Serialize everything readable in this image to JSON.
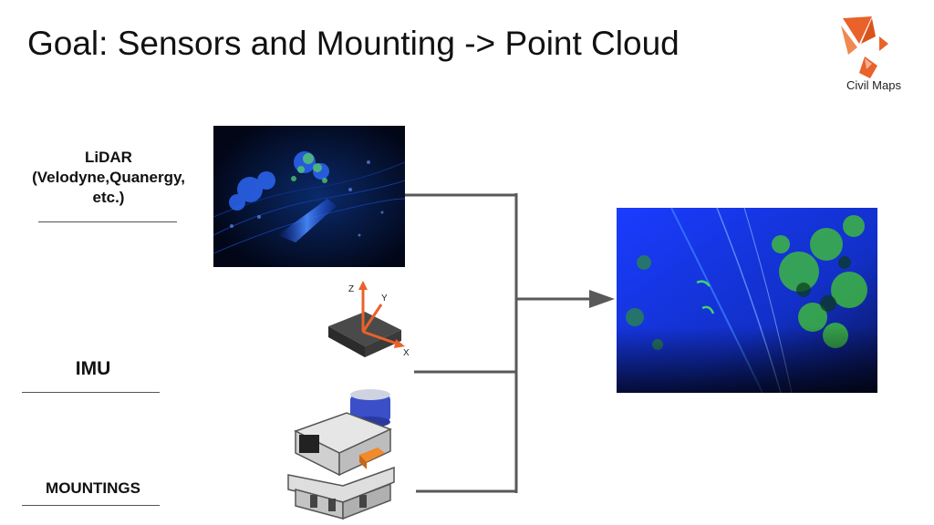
{
  "slide": {
    "title": "Goal: Sensors and Mounting -> Point Cloud",
    "logo": {
      "text": "Civil Maps",
      "icon": "civil-maps-logo-icon",
      "color": "#e8622a"
    }
  },
  "inputs": [
    {
      "label_lines": [
        "LiDAR",
        "(Velodyne,Quanergy,",
        "etc.)"
      ],
      "image": "lidar-scan-image"
    },
    {
      "label": "IMU",
      "image": "imu-chip-image",
      "axis_labels": [
        "Z",
        "Y",
        "X"
      ]
    },
    {
      "label": "MOUNTINGS",
      "image": "sensor-mount-image"
    }
  ],
  "output": {
    "image": "point-cloud-image"
  },
  "colors": {
    "connector": "#595959",
    "accent": "#e8622a",
    "point_blue": "#1f3cff",
    "point_green": "#3fbf3a"
  }
}
